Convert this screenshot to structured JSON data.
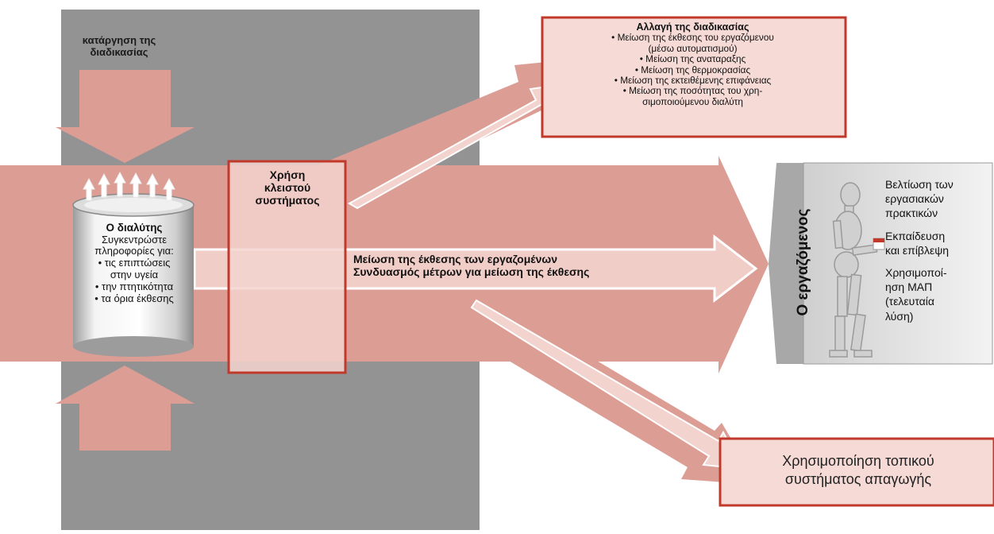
{
  "diagram": {
    "gray_zone": {
      "title_lines": [
        "κατάργηση της",
        "διαδικασίας"
      ]
    },
    "solvent": {
      "title": "Ο διαλύτης",
      "lines": [
        "Συγκεντρώστε",
        "πληροφορίες για:",
        "• τις επιπτώσεις",
        "στην υγεία",
        "• την πτητικότητα",
        "• τα όρια έκθεσης"
      ]
    },
    "closed_system": {
      "lines": [
        "Χρήση",
        "κλειστού",
        "συστήματος"
      ]
    },
    "center_labels": [
      "Μείωση της έκθεσης των εργαζομένων",
      "Συνδυασμός μέτρων για μείωση της έκθεσης"
    ],
    "process_change": {
      "title": "Αλλαγή της διαδικασίας",
      "lines": [
        "• Μείωση της έκθεσης του εργαζόμενου",
        "(μέσω αυτοματισμού)",
        "• Μείωση της αναταραξης",
        "• Μείωση της θερμοκρασίας",
        "• Μείωση της εκτειθέμενης επιφάνειας",
        "• Μείωση της ποσότητας του χρη-",
        "σιμοποιούμενου διαλύτη"
      ]
    },
    "worker": {
      "label": "Ο εργαζόμενος",
      "measures": [
        [
          "Βελτίωση των",
          "εργασιακών",
          "πρακτικών"
        ],
        [
          "Εκπαίδευση",
          "και επίβλεψη"
        ],
        [
          "Χρησιμοποί-",
          "ηση ΜΑΠ",
          "(τελευταία",
          "λύση)"
        ]
      ]
    },
    "local_exhaust": {
      "lines": [
        "Χρησιμοποίηση τοπικού",
        "συστήματος απαγωγής"
      ]
    },
    "colors": {
      "gray_zone": "#939393",
      "arrow_fill": "#dc9d94",
      "arrow_light": "#f2d3ce",
      "box_border": "#c0392b",
      "box_fill": "#f5dad6",
      "worker_panel": "#e9e9e9"
    }
  }
}
